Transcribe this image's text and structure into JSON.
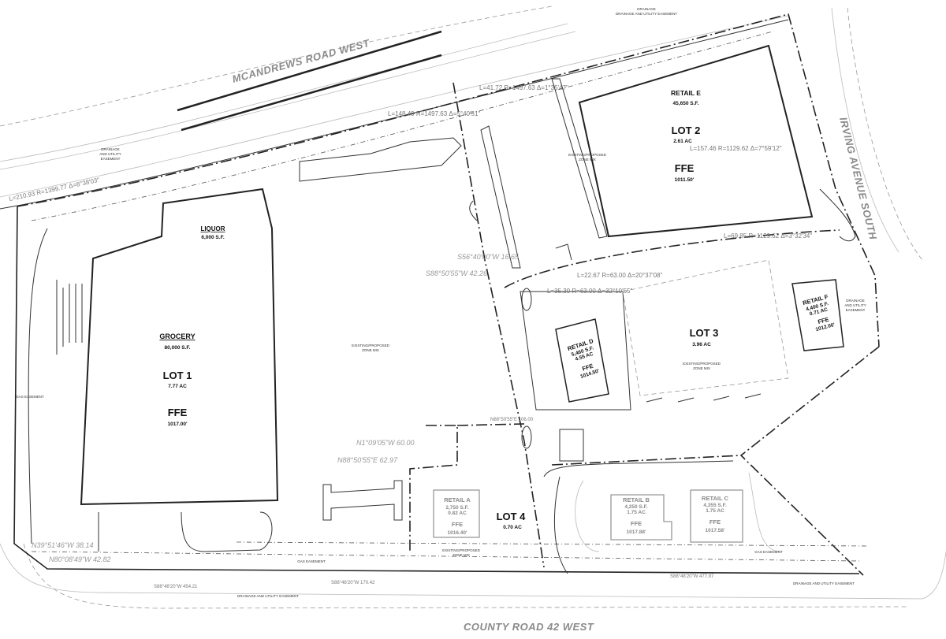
{
  "roads": {
    "north": "MCANDREWS ROAD WEST",
    "east": "IRVING AVENUE SOUTH",
    "south": "COUNTY ROAD 42 WEST"
  },
  "lot1": {
    "liquor": "LIQUOR",
    "liquor_area": "6,000 S.F.",
    "grocery": "GROCERY",
    "grocery_area": "80,000 S.F.",
    "lot": "LOT 1",
    "acres": "7.77 AC",
    "ffe": "FFE",
    "ffe_value": "1017.00'"
  },
  "lot2": {
    "building": "RETAIL E",
    "area": "45,650 S.F.",
    "lot": "LOT 2",
    "acres": "2.61 AC",
    "ffe": "FFE",
    "ffe_value": "1011.50'"
  },
  "lot3": {
    "lot": "LOT 3",
    "acres": "3.96 AC",
    "retail_d": {
      "name": "RETAIL D",
      "area": "5,460 S.F.",
      "acres": "4.55 AC",
      "ffe": "FFE",
      "ffe_value": "1014.50'"
    },
    "retail_f": {
      "name": "RETAIL F",
      "area": "4,400 S.F.",
      "acres": "0.71 AC",
      "ffe": "FFE",
      "ffe_value": "1012.00'"
    }
  },
  "lot4": {
    "lot": "LOT 4",
    "acres": "0.70 AC",
    "retail_a": {
      "name": "RETAIL A",
      "area": "2,750 S.F.",
      "acres": "0.82 AC",
      "ffe": "FFE",
      "ffe_value": "1016.40'"
    }
  },
  "retail_b": {
    "name": "RETAIL B",
    "area": "4,250 S.F.",
    "acres": "1.75 AC",
    "ffe": "FFE",
    "ffe_value": "1017.88'"
  },
  "retail_c": {
    "name": "RETAIL C",
    "area": "4,355 S.F.",
    "acres": "1.75 AC",
    "ffe": "FFE",
    "ffe_value": "1017.58'"
  },
  "zone_mix": [
    "EXISTING/PROPOSED",
    "ZONE MIX"
  ],
  "curves": [
    "L=41.72  R=1497.63  Δ=1°35'47\"",
    "L=148.49  R=1497.63  Δ=5°40'51\"",
    "L=157.46  R=1129.62  Δ=7°59'12\"",
    "L=69.85  R=1129.62  Δ=3°32'34\"",
    "L=22.67  R=63.00  Δ=20°37'08\"",
    "L=35.39  R=63.00  Δ=32°10'55\"",
    "L=210.93  R=1399.77  Δ=8°38'03\""
  ],
  "bearings": [
    "S56°40'00\"W   16.65",
    "S88°50'55\"W   42.26",
    "N1°09'05\"W   60.00",
    "N88°50'55\"E   62.97",
    "N39°51'46\"W   38.14",
    "N80°08'49\"W   42.82",
    "S88°48'20\"W   454.21",
    "S88°48'20\"W   170.42",
    "S88°48'20\"W   477.97",
    "N88°50'55\"E   106.00"
  ],
  "easements": {
    "drainage": [
      "DRAINAGE",
      "AND UTILITY",
      "EASEMENT"
    ],
    "drainage_inline": "DRAINAGE AND UTILITY EASEMENT",
    "gas": "GAS EASEMENT"
  }
}
